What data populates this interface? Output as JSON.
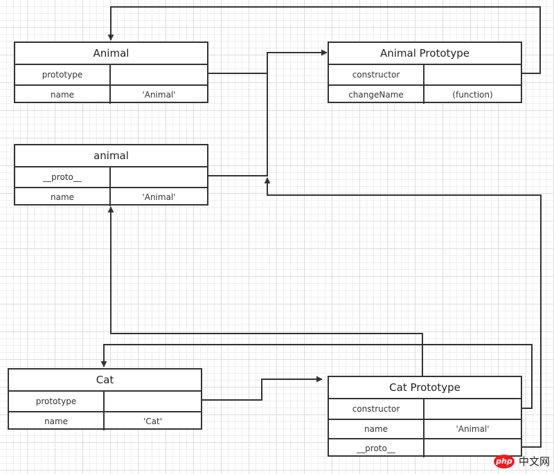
{
  "boxes": {
    "animal_ctor": {
      "title": "Animal",
      "rows": [
        {
          "key": "prototype",
          "value": ""
        },
        {
          "key": "name",
          "value": "'Animal'"
        }
      ]
    },
    "animal_proto": {
      "title": "Animal Prototype",
      "rows": [
        {
          "key": "constructor",
          "value": ""
        },
        {
          "key": "changeName",
          "value": "(function)"
        }
      ]
    },
    "animal_inst": {
      "title": "animal",
      "rows": [
        {
          "key": "__proto__",
          "value": ""
        },
        {
          "key": "name",
          "value": "'Animal'"
        }
      ]
    },
    "cat_ctor": {
      "title": "Cat",
      "rows": [
        {
          "key": "prototype",
          "value": ""
        },
        {
          "key": "name",
          "value": "'Cat'"
        }
      ]
    },
    "cat_proto": {
      "title": "Cat Prototype",
      "rows": [
        {
          "key": "constructor",
          "value": ""
        },
        {
          "key": "name",
          "value": "'Animal'"
        },
        {
          "key": "__proto__",
          "value": ""
        }
      ]
    }
  },
  "watermark": {
    "badge": "php",
    "text": "中文网"
  },
  "colors": {
    "line": "#333333",
    "border": "#333333",
    "grid_major": "#dcdcdc",
    "grid_minor": "#efefef",
    "watermark_red": "#ec1c24"
  }
}
